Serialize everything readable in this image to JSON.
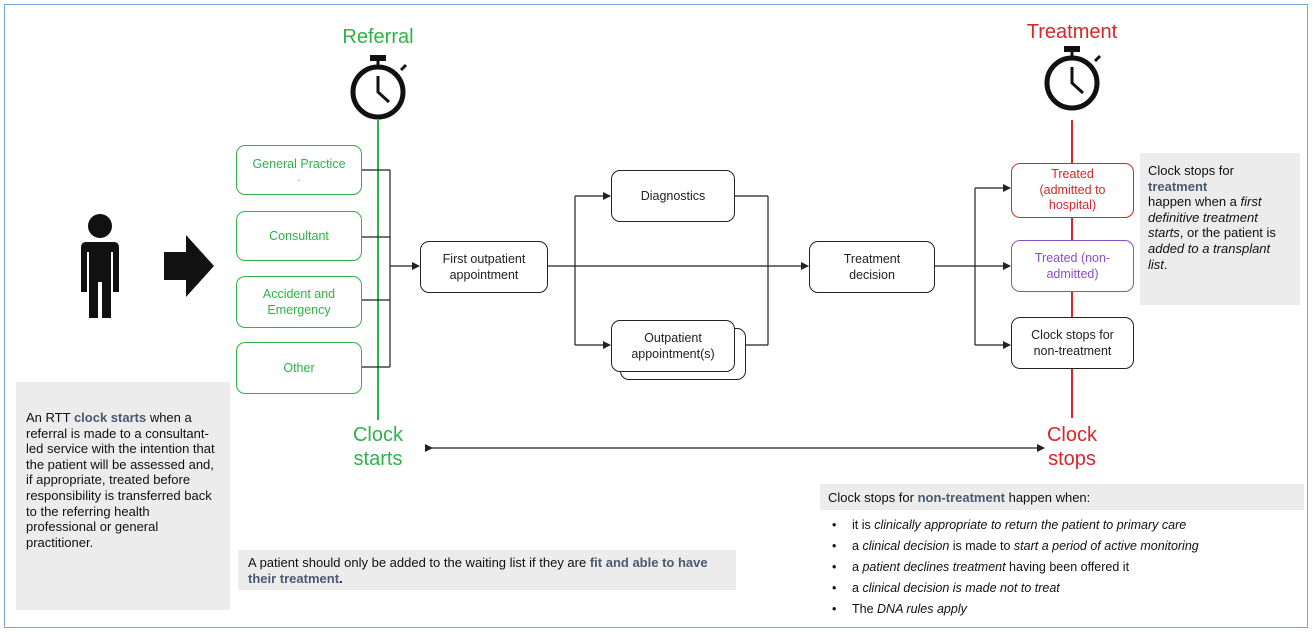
{
  "referral_label": "Referral",
  "treatment_label": "Treatment",
  "clock_starts": [
    "Clock",
    "starts"
  ],
  "clock_stops": [
    "Clock",
    "stops"
  ],
  "sources": [
    {
      "lines": [
        "General Practice",
        "."
      ]
    },
    {
      "lines": [
        "Consultant"
      ]
    },
    {
      "lines": [
        "Accident and",
        "Emergency"
      ]
    },
    {
      "lines": [
        "Other"
      ]
    }
  ],
  "first_outpatient": [
    "First outpatient",
    "appointment"
  ],
  "diagnostics": "Diagnostics",
  "outpatient_appointments": [
    "Outpatient",
    "appointment(s)"
  ],
  "treatment_decision": [
    "Treatment",
    "decision"
  ],
  "outcomes": {
    "admitted": [
      "Treated",
      "(admitted to",
      "hospital)"
    ],
    "non_admitted": [
      "Treated (non-",
      "admitted)"
    ],
    "non_treatment": [
      "Clock stops for",
      "non-treatment"
    ]
  },
  "colors": {
    "green": "#2db34a",
    "red": "#d9262b",
    "purple": "#8a4fc4",
    "dark": "#222222"
  },
  "icons": [
    "person-icon",
    "arrow-right-icon",
    "stopwatch-icon"
  ],
  "notes": {
    "start": {
      "prefix": "An RTT ",
      "highlight": "clock starts",
      "text": " when a referral is made to a consultant-led service with the intention that the patient will be assessed and, if appropriate, treated before responsibility is transferred back to the referring health professional or general practitioner."
    },
    "waiting": {
      "prefix": "A patient should only be added to the waiting list if they are ",
      "highlight": "fit and able to have their treatment",
      "suffix": "."
    },
    "treatment_stop": {
      "line1": "Clock stops for",
      "highlight": "treatment",
      "text_a": "happen when a ",
      "italic_a": "first definitive treatment starts",
      "text_b": ", or the patient is ",
      "italic_b": "added to a transplant list",
      "text_c": "."
    },
    "non_treatment": {
      "prefix": "Clock stops for ",
      "highlight": "non-treatment",
      "suffix": " happen when:",
      "items": [
        {
          "a": "it is ",
          "i": "clinically appropriate to return the patient to primary care",
          "b": ""
        },
        {
          "a": "a ",
          "i": "clinical decision",
          "b": " is made to ",
          "i2": "start a period of active monitoring"
        },
        {
          "a": "a ",
          "i": "patient declines treatment",
          "b": " having been offered it"
        },
        {
          "a": "a ",
          "i": "clinical decision is made not to treat",
          "b": ""
        },
        {
          "a": "The ",
          "i": "DNA rules apply",
          "b": ""
        }
      ]
    }
  }
}
